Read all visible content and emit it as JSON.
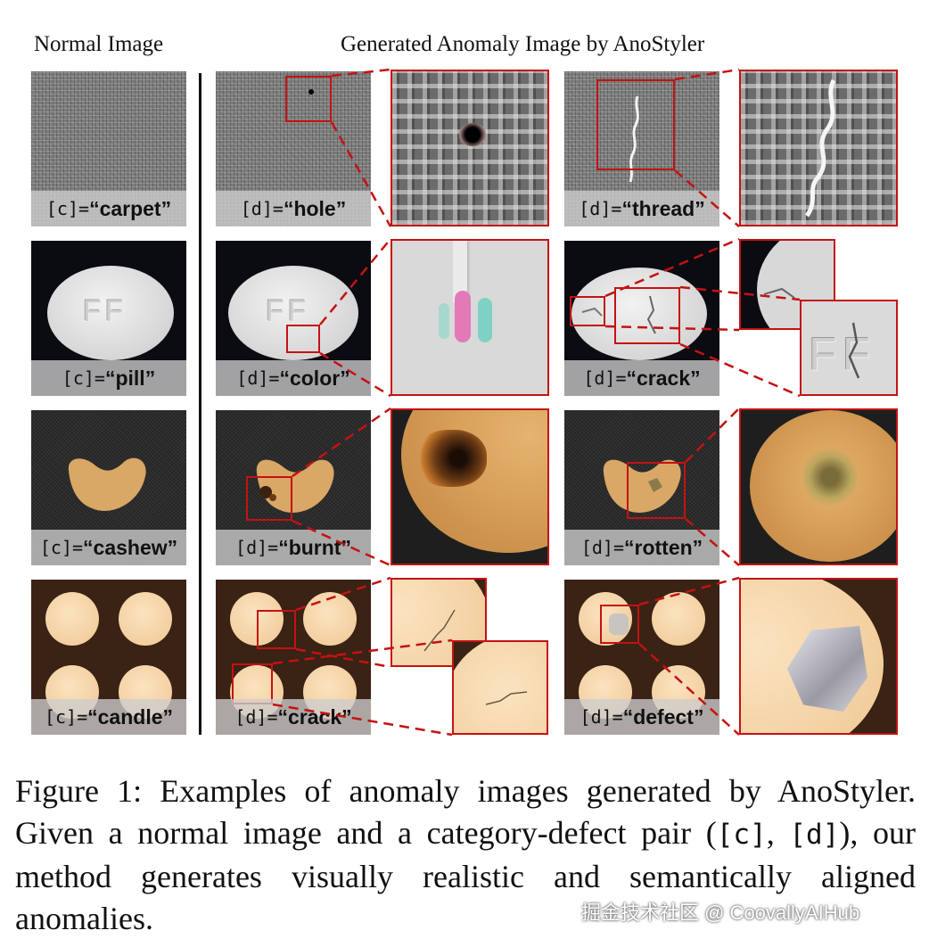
{
  "headers": {
    "normal": "Normal Image",
    "generated": "Generated Anomaly Image by AnoStyler"
  },
  "rows": [
    {
      "category": "carpet",
      "cat_label": "[c]=",
      "cat_word": "“carpet”",
      "defects": [
        {
          "label": "[d]=",
          "word": "“hole”"
        },
        {
          "label": "[d]=",
          "word": "“thread”"
        }
      ]
    },
    {
      "category": "pill",
      "cat_label": "[c]=",
      "cat_word": "“pill”",
      "defects": [
        {
          "label": "[d]=",
          "word": "“color”"
        },
        {
          "label": "[d]=",
          "word": "“crack”"
        }
      ]
    },
    {
      "category": "cashew",
      "cat_label": "[c]=",
      "cat_word": "“cashew”",
      "defects": [
        {
          "label": "[d]=",
          "word": "“burnt”"
        },
        {
          "label": "[d]=",
          "word": "“rotten”"
        }
      ]
    },
    {
      "category": "candle",
      "cat_label": "[c]=",
      "cat_word": "“candle”",
      "defects": [
        {
          "label": "[d]=",
          "word": "“crack”"
        },
        {
          "label": "[d]=",
          "word": "“defect”"
        }
      ]
    }
  ],
  "caption": {
    "part1": "Figure 1: Examples of anomaly images generated by AnoStyler. Given a normal image and a category-defect pair ",
    "paren_open": "(",
    "c_token": "[c]",
    "comma": ", ",
    "d_token": "[d]",
    "paren_close": ")",
    "part2": ", our method generates visually realistic and semantically aligned anomalies."
  },
  "watermark": "掘金技术社区 @ CoovallyAIHub",
  "colors": {
    "highlight_box": "#c41212",
    "caption_band": "#cdcdcd"
  }
}
